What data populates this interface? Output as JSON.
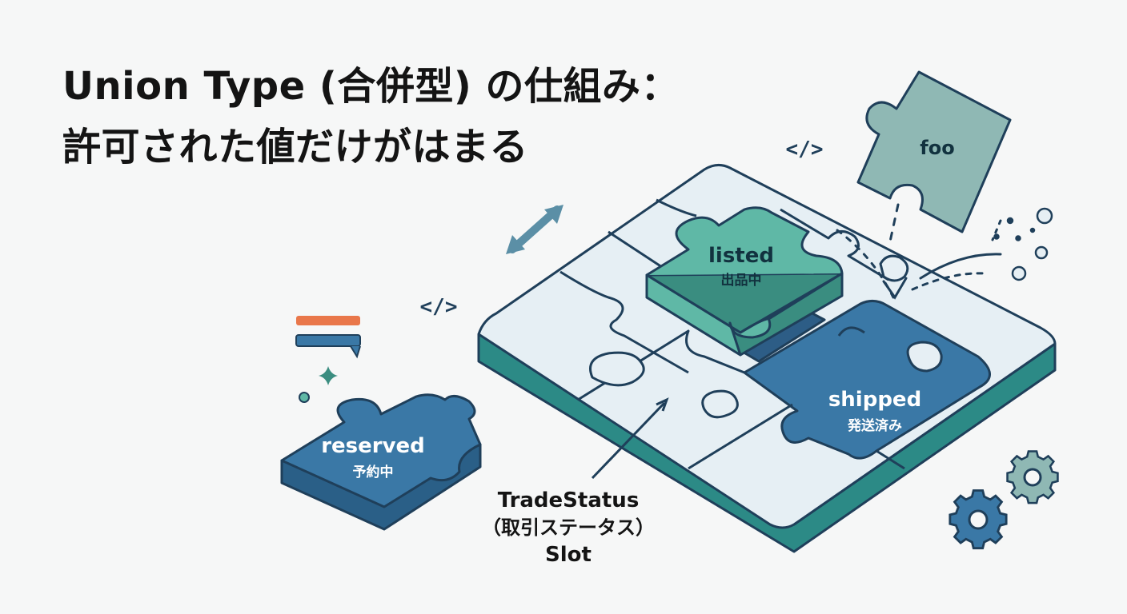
{
  "title": {
    "line1": "Union Type (合併型) の仕組み：",
    "line2": "許可された値だけがはまる"
  },
  "pieces": {
    "listed": {
      "label": "listed",
      "sub": "出品中"
    },
    "shipped": {
      "label": "shipped",
      "sub": "発送済み"
    },
    "reserved": {
      "label": "reserved",
      "sub": "予約中"
    },
    "rejected": {
      "label": "foo"
    }
  },
  "slot": {
    "line1": "TradeStatus",
    "line2": "（取引ステータス）",
    "line3": "Slot"
  },
  "decor": {
    "code_tag": "</>"
  },
  "colors": {
    "teal_light": "#5fb8a6",
    "teal_dark": "#3a8d80",
    "blue": "#3a78a6",
    "blue_dark": "#2a5f87",
    "board_top": "#e6eff4",
    "board_side": "#2c8a86",
    "outline": "#1f3f5a",
    "sage": "#8fb8b4",
    "orange": "#e9774a"
  }
}
